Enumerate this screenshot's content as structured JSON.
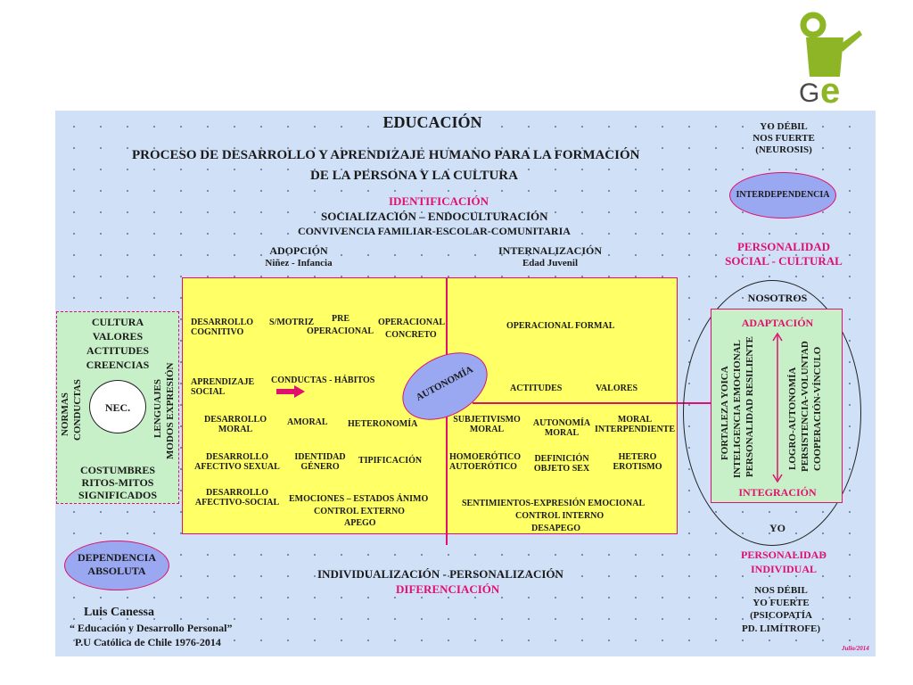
{
  "logo": {
    "text_g": "G",
    "text_e": "e",
    "brand_green": "#8db526"
  },
  "title": "EDUCACIÓN",
  "subtitle_1": "PROCESO DE DESARROLLO  Y APRENDIZAJE  HUMANO  PARA LA FORMACIÓN",
  "subtitle_2": "DE LA PERSONA Y LA CULTURA",
  "top_center": {
    "identificacion": "IDENTIFICACIÓN",
    "socializacion": "SOCIALIZACIÓN – ENDOCULTURACIÓN",
    "convivencia": "CONVIVENCIA FAMILIAR-ESCOLAR-COMUNITARIA"
  },
  "adopcion": {
    "label": "ADOPCIÓN",
    "sub": "Niñez - Infancia"
  },
  "internalizacion": {
    "label": "INTERNALIZACIÓN",
    "sub": "Edad Juvenil"
  },
  "top_right": {
    "line1": "YO DÉBIL",
    "line2": "NOS FUERTE",
    "line3": "(NEUROSIS)",
    "interdependencia": "INTERDEPENDENCIA",
    "personalidad_1": "PERSONALIDAD",
    "personalidad_2": "SOCIAL - CULTURAL"
  },
  "left_box": {
    "cultura": "CULTURA",
    "valores": "VALORES",
    "actitudes": "ACTITUDES",
    "creencias": "CREENCIAS",
    "normas": "NORMAS",
    "conductas": "CONDUCTAS",
    "nec": "NEC.",
    "lenguajes": "LENGUAJES",
    "modos": "MODOS EXPRESIÓN",
    "costumbres": "COSTUMBRES",
    "ritos": "RITOS-MITOS",
    "significados": "SIGNIFICADOS"
  },
  "grid": {
    "cognitivo": "DESARROLLO COGNITIVO",
    "smotriz": "S/MOTRIZ",
    "pre": "PRE",
    "operacional": "OPERACIONAL",
    "operacional2": "OPERACIONAL",
    "concreto": "CONCRETO",
    "op_formal": "OPERACIONAL  FORMAL",
    "aprendizaje": "APRENDIZAJE SOCIAL",
    "conductas_habitos": "CONDUCTAS  - HÁBITOS",
    "autonomia": "AUTONOMÍA",
    "actitudes": "ACTITUDES",
    "valores": "VALORES",
    "moral_dev": "DESARROLLO MORAL",
    "amoral": "AMORAL",
    "heteronomia": "HETERONOMÍA",
    "subjetivismo": "SUBJETIVISMO MORAL",
    "autonomia_moral": "AUTONOMÍA MORAL",
    "moral_interdep": "MORAL INTERPENDIENTE",
    "sexual_dev": "DESARROLLO AFECTIVO SEXUAL",
    "identidad": "IDENTIDAD GÉNERO",
    "tipificacion": "TIPIFICACIÓN",
    "homoerotico": "HOMOERÓTICO AUTOERÓTICO",
    "definicion": "DEFINICIÓN OBJETO SEX",
    "hetero": "HETERO EROTISMO",
    "afectivo_social": "DESARROLLO AFECTIVO-SOCIAL",
    "emociones": "EMOCIONES – ESTADOS ÁNIMO",
    "control_ext": "CONTROL EXTERNO",
    "apego": "APEGO",
    "sentimientos": "SENTIMIENTOS-EXPRESIÓN EMOCIONAL",
    "control_int": "CONTROL INTERNO",
    "desapego": "DESAPEGO"
  },
  "right_box": {
    "nosotros": "NOSOTROS",
    "adaptacion": "ADAPTACIÓN",
    "v1": "FORTALEZA YOICA",
    "v2": "INTELIGENCIA EMOCIONAL",
    "v3": "PERSONALIDAD RESILIENTE",
    "v4": "LOGRO-AUTONOMÍA",
    "v5": "PERSISTENCIA-VOLUNTAD",
    "v6": "COOPERACIÓN-VÍNCULO",
    "integracion": "INTEGRACIÓN",
    "yo": "YO"
  },
  "bottom_right": {
    "personalidad_1": "PERSONALIDAD",
    "personalidad_2": "INDIVIDUAL",
    "line1": "NOS DÉBIL",
    "line2": "YO FUERTE",
    "line3": "(PSICOPATÍA",
    "line4": "PD. LIMÍTROFE)"
  },
  "bottom_center": {
    "individualizacion": "INDIVIDUALIZACIÓN  - PERSONALIZACIÓN",
    "diferenciacion": "DIFERENCIACIÓN"
  },
  "dependencia": {
    "line1": "DEPENDENCIA",
    "line2": "ABSOLUTA"
  },
  "credits": {
    "author": "Luis Canessa",
    "work": "“ Educación y Desarrollo  Personal”",
    "inst": "P.U Católica  de Chile 1976-2014",
    "date": "Julio/2014"
  }
}
